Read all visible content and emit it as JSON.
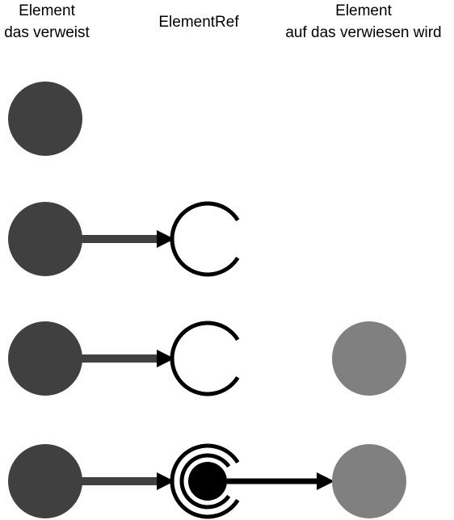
{
  "headers": {
    "source": [
      "Element",
      "das verweist"
    ],
    "ref": [
      "ElementRef"
    ],
    "target": [
      "Element",
      "auf das verwiesen wird"
    ]
  },
  "colors": {
    "source_element": "#404040",
    "target_element": "#808080",
    "ref_stroke": "#000000",
    "arrow_from_source": "#404040",
    "arrow_from_ref": "#000000"
  },
  "rows": [
    {
      "has_ref": false,
      "has_target": false,
      "ref_resolved": false
    },
    {
      "has_ref": true,
      "has_target": false,
      "ref_resolved": false
    },
    {
      "has_ref": true,
      "has_target": true,
      "ref_resolved": false
    },
    {
      "has_ref": true,
      "has_target": true,
      "ref_resolved": true
    }
  ]
}
